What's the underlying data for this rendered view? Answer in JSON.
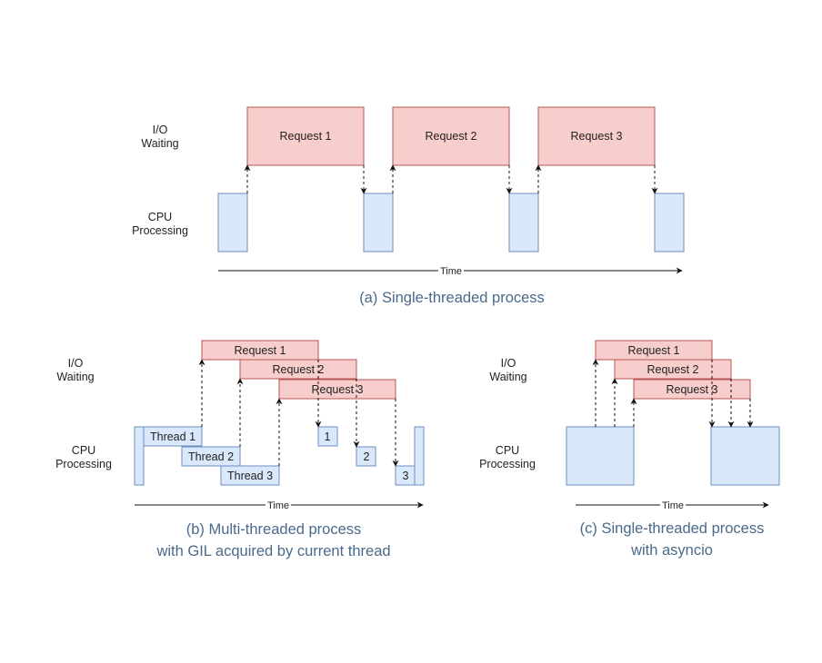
{
  "labels": {
    "io_waiting_line1": "I/O",
    "io_waiting_line2": "Waiting",
    "cpu_processing_line1": "CPU",
    "cpu_processing_line2": "Processing",
    "time": "Time"
  },
  "panel_a": {
    "caption": "(a) Single-threaded process",
    "requests": [
      "Request 1",
      "Request 2",
      "Request 3"
    ]
  },
  "panel_b": {
    "caption_line1": "(b) Multi-threaded process",
    "caption_line2": "with GIL acquired by current thread",
    "requests": [
      "Request 1",
      "Request 2",
      "Request 3"
    ],
    "threads": [
      "Thread 1",
      "Thread 2",
      "Thread 3"
    ],
    "responses": [
      "1",
      "2",
      "3"
    ]
  },
  "panel_c": {
    "caption_line1": "(c) Single-threaded process",
    "caption_line2": "with asyncio",
    "requests": [
      "Request 1",
      "Request 2",
      "Request 3"
    ]
  },
  "colors": {
    "request_fill": "#f8cecc",
    "request_stroke": "#b85450",
    "cpu_fill": "#dae8fc",
    "cpu_stroke": "#6c8ebf",
    "caption": "#4a6a8c"
  }
}
